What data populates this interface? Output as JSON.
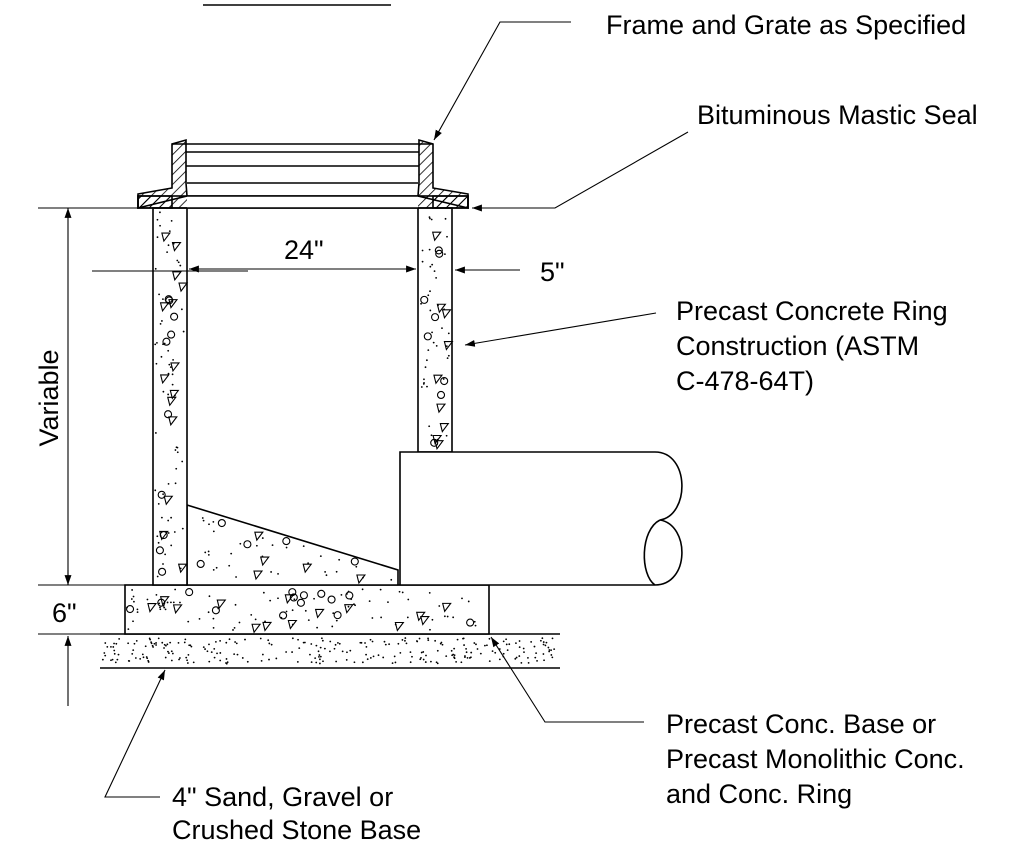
{
  "labels": {
    "frame_grate": "Frame and Grate as Specified",
    "mastic_seal": "Bituminous Mastic Seal",
    "ring_line1": "Precast Concrete Ring",
    "ring_line2": "Construction (ASTM",
    "ring_line3": "C-478-64T)",
    "base_line1": "Precast Conc. Base or",
    "base_line2": "Precast Monolithic Conc.",
    "base_line3": "and Conc. Ring",
    "sand_line1": "4\" Sand, Gravel or",
    "sand_line2": "Crushed Stone Base"
  },
  "dimensions": {
    "inner_diameter": "24\"",
    "wall_thickness": "5\"",
    "height": "Variable",
    "base_thickness": "6\""
  }
}
